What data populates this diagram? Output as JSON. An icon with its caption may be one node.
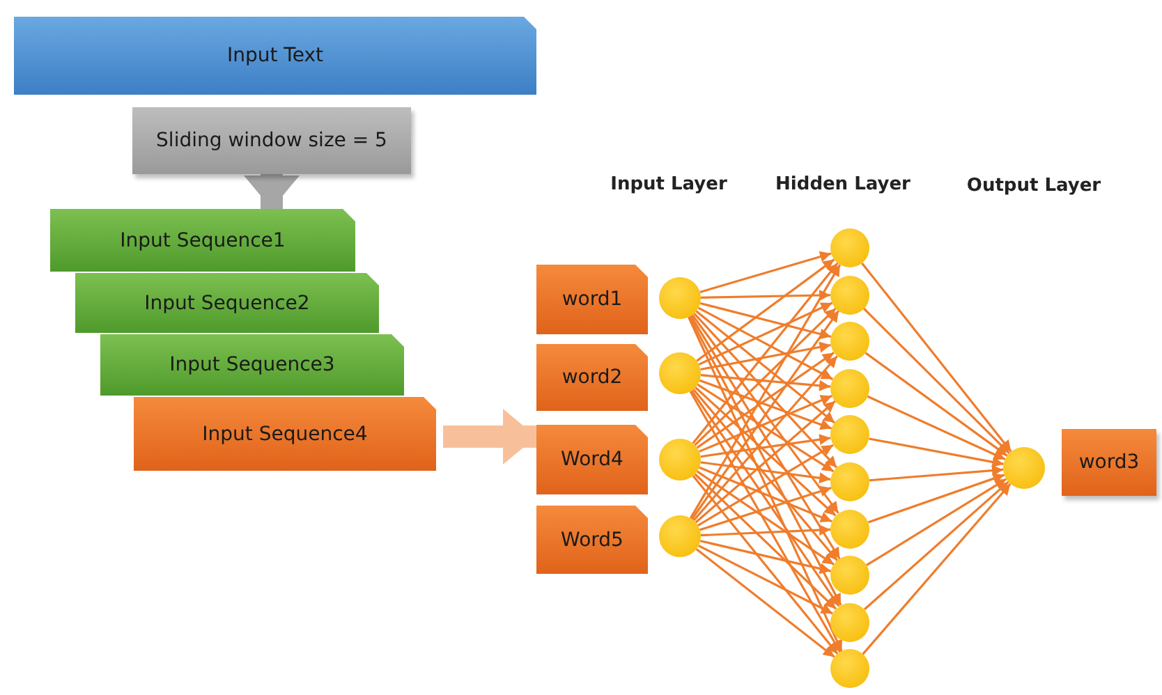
{
  "diagram": {
    "nodes": [
      {
        "text": [
          "Input Text"
        ]
      },
      {
        "text": [
          "Sliding window size = 5"
        ]
      },
      {
        "text": [
          "Input Sequence1"
        ]
      },
      {
        "text": [
          "Input Sequence2"
        ]
      },
      {
        "text": [
          "Input Sequence3"
        ]
      },
      {
        "text": [
          "Input Sequence4"
        ]
      },
      {
        "text": [
          "word1"
        ]
      },
      {
        "text": [
          "word2"
        ]
      },
      {
        "text": [
          "Word4"
        ]
      },
      {
        "text": [
          "Word5"
        ]
      },
      {
        "text": [],
        "shape": "circle"
      },
      {
        "text": [],
        "shape": "circle"
      },
      {
        "text": [],
        "shape": "circle"
      },
      {
        "text": [],
        "shape": "circle"
      },
      {
        "text": [],
        "shape": "circle"
      },
      {
        "text": [],
        "shape": "circle"
      },
      {
        "text": [],
        "shape": "circle"
      },
      {
        "text": [],
        "shape": "circle"
      },
      {
        "text": [],
        "shape": "circle"
      },
      {
        "text": [],
        "shape": "circle"
      },
      {
        "text": [],
        "shape": "circle"
      },
      {
        "text": [],
        "shape": "circle"
      },
      {
        "text": [],
        "shape": "circle"
      },
      {
        "text": [],
        "shape": "circle"
      },
      {
        "text": [],
        "shape": "circle"
      },
      {
        "text": [
          "word3"
        ]
      }
    ],
    "edges": [
      {
        "from": 1,
        "to": 2,
        "arrow": "to",
        "style": "thick",
        "color": "#a6a6a6"
      },
      {
        "from": 5,
        "to": 8,
        "arrow": "to",
        "style": "thick",
        "color": "#f8c09a"
      },
      {
        "from": 10,
        "to": 14,
        "arrow": "to"
      },
      {
        "from": 10,
        "to": 15,
        "arrow": "to"
      },
      {
        "from": 10,
        "to": 16,
        "arrow": "to"
      },
      {
        "from": 10,
        "to": 17,
        "arrow": "to"
      },
      {
        "from": 10,
        "to": 18,
        "arrow": "to"
      },
      {
        "from": 10,
        "to": 19,
        "arrow": "to"
      },
      {
        "from": 10,
        "to": 20,
        "arrow": "to"
      },
      {
        "from": 10,
        "to": 21,
        "arrow": "to"
      },
      {
        "from": 10,
        "to": 22,
        "arrow": "to"
      },
      {
        "from": 10,
        "to": 23,
        "arrow": "to"
      },
      {
        "from": 11,
        "to": 14,
        "arrow": "to"
      },
      {
        "from": 11,
        "to": 15,
        "arrow": "to"
      },
      {
        "from": 11,
        "to": 16,
        "arrow": "to"
      },
      {
        "from": 11,
        "to": 17,
        "arrow": "to"
      },
      {
        "from": 11,
        "to": 18,
        "arrow": "to"
      },
      {
        "from": 11,
        "to": 19,
        "arrow": "to"
      },
      {
        "from": 11,
        "to": 20,
        "arrow": "to"
      },
      {
        "from": 11,
        "to": 21,
        "arrow": "to"
      },
      {
        "from": 11,
        "to": 22,
        "arrow": "to"
      },
      {
        "from": 11,
        "to": 23,
        "arrow": "to"
      },
      {
        "from": 12,
        "to": 14,
        "arrow": "to"
      },
      {
        "from": 12,
        "to": 15,
        "arrow": "to"
      },
      {
        "from": 12,
        "to": 16,
        "arrow": "to"
      },
      {
        "from": 12,
        "to": 17,
        "arrow": "to"
      },
      {
        "from": 12,
        "to": 18,
        "arrow": "to"
      },
      {
        "from": 12,
        "to": 19,
        "arrow": "to"
      },
      {
        "from": 12,
        "to": 20,
        "arrow": "to"
      },
      {
        "from": 12,
        "to": 21,
        "arrow": "to"
      },
      {
        "from": 12,
        "to": 22,
        "arrow": "to"
      },
      {
        "from": 12,
        "to": 23,
        "arrow": "to"
      },
      {
        "from": 13,
        "to": 14,
        "arrow": "to"
      },
      {
        "from": 13,
        "to": 15,
        "arrow": "to"
      },
      {
        "from": 13,
        "to": 16,
        "arrow": "to"
      },
      {
        "from": 13,
        "to": 17,
        "arrow": "to"
      },
      {
        "from": 13,
        "to": 18,
        "arrow": "to"
      },
      {
        "from": 13,
        "to": 19,
        "arrow": "to"
      },
      {
        "from": 13,
        "to": 20,
        "arrow": "to"
      },
      {
        "from": 13,
        "to": 21,
        "arrow": "to"
      },
      {
        "from": 13,
        "to": 22,
        "arrow": "to"
      },
      {
        "from": 13,
        "to": 23,
        "arrow": "to"
      },
      {
        "from": 14,
        "to": 24,
        "arrow": "to"
      },
      {
        "from": 15,
        "to": 24,
        "arrow": "to"
      },
      {
        "from": 16,
        "to": 24,
        "arrow": "to"
      },
      {
        "from": 17,
        "to": 24,
        "arrow": "to"
      },
      {
        "from": 18,
        "to": 24,
        "arrow": "to"
      },
      {
        "from": 19,
        "to": 24,
        "arrow": "to"
      },
      {
        "from": 20,
        "to": 24,
        "arrow": "to"
      },
      {
        "from": 21,
        "to": 24,
        "arrow": "to"
      },
      {
        "from": 22,
        "to": 24,
        "arrow": "to"
      },
      {
        "from": 23,
        "to": 24,
        "arrow": "to"
      }
    ],
    "labels": [
      "Input Layer",
      "Hidden Layer",
      "Output Layer"
    ]
  }
}
